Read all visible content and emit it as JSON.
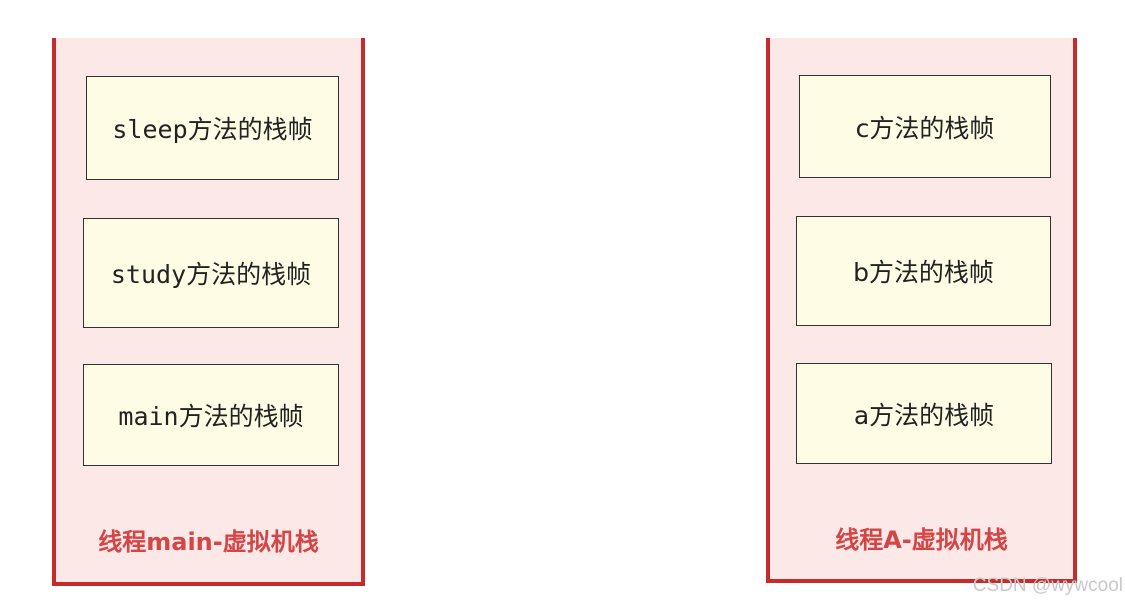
{
  "colors": {
    "stack_border": "#c62b2b",
    "stack_fill": "#fde8e8",
    "frame_fill": "#fffce6",
    "label_text": "#d44545"
  },
  "stacks": [
    {
      "label": "线程main-虚拟机栈",
      "frames": [
        "sleep方法的栈帧",
        "study方法的栈帧",
        "main方法的栈帧"
      ]
    },
    {
      "label": "线程A-虚拟机栈",
      "frames": [
        "c方法的栈帧",
        "b方法的栈帧",
        "a方法的栈帧"
      ]
    }
  ],
  "watermark": "CSDN @wywcool"
}
